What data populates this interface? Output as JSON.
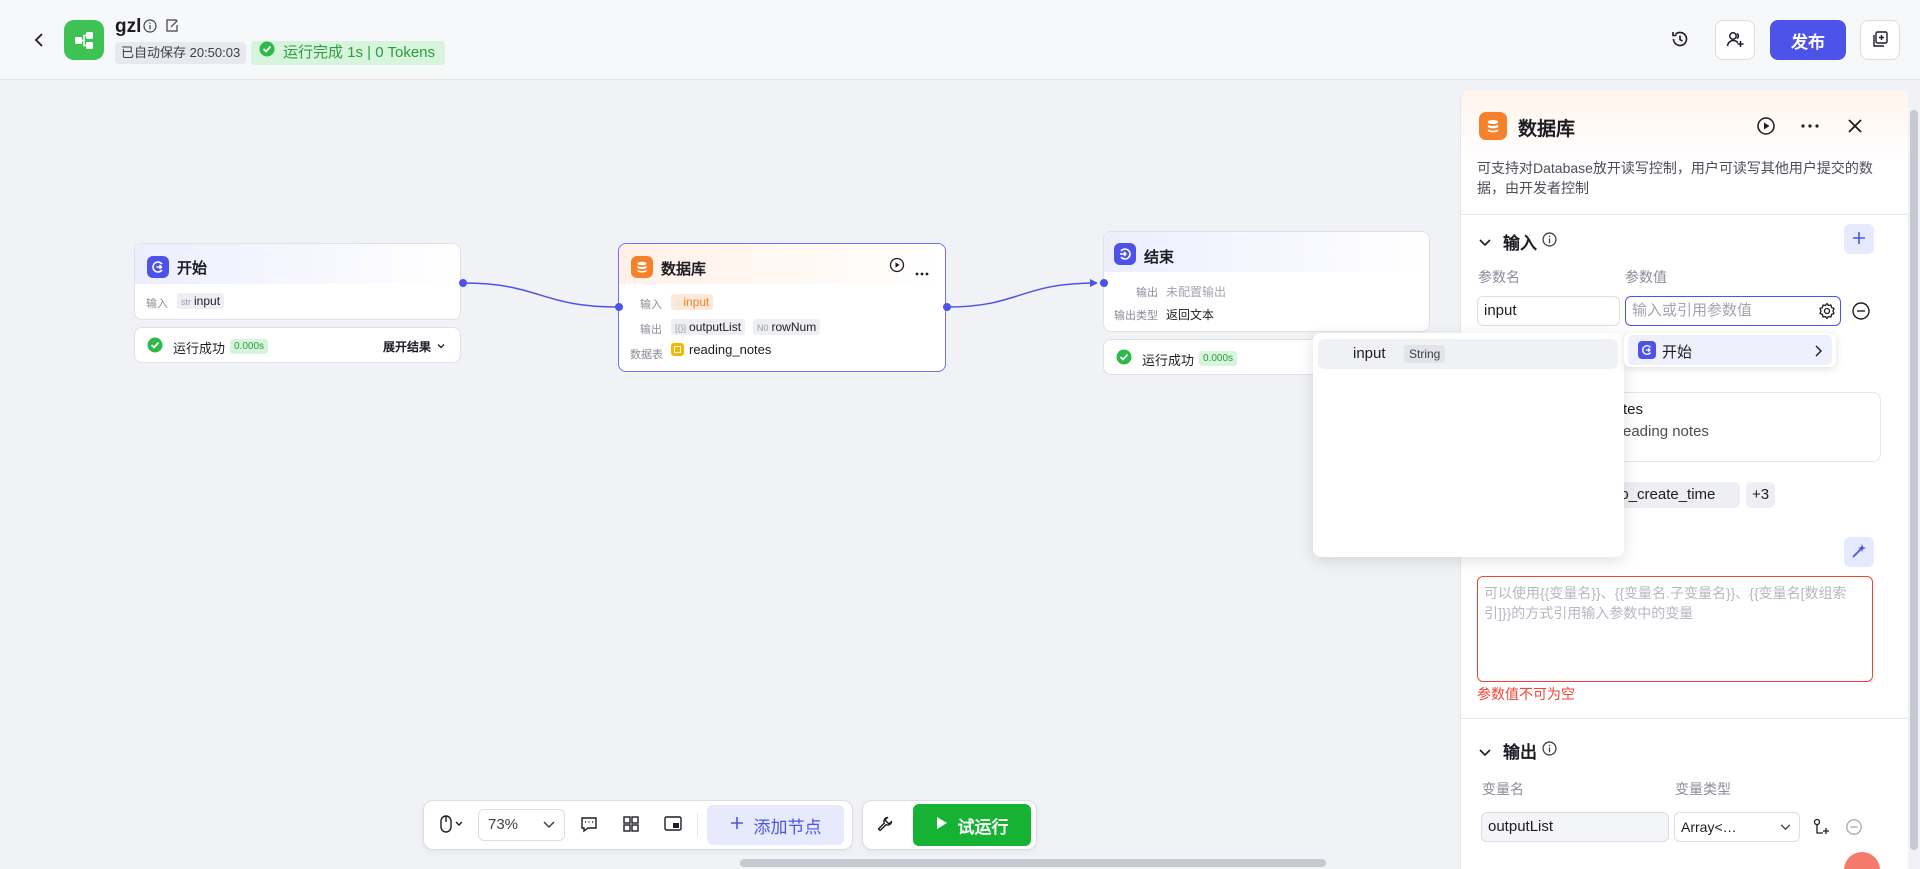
{
  "header": {
    "app_title": "gzl",
    "autosave": "已自动保存 20:50:03",
    "run_status": "运行完成 1s | 0 Tokens",
    "publish_label": "发布"
  },
  "nodes": {
    "start": {
      "title": "开始",
      "input_label": "输入",
      "input_type": "str",
      "input_name": "input",
      "run_text": "运行成功",
      "run_time": "0.000s",
      "expand_label": "展开结果"
    },
    "database": {
      "title": "数据库",
      "input_label": "输入",
      "input_name": "input",
      "output_label": "输出",
      "output_1_type": "[{}]",
      "output_1": "outputList",
      "output_2_type": "N0",
      "output_2": "rowNum",
      "table_label": "数据表",
      "table_name": "reading_notes"
    },
    "end": {
      "title": "结束",
      "output_label": "输出",
      "output_value": "未配置输出",
      "output_type_label": "输出类型",
      "output_type_value": "返回文本",
      "run_text": "运行成功",
      "run_time": "0.000s"
    }
  },
  "toolbar": {
    "zoom": "73%",
    "add_node_label": "添加节点",
    "try_run_label": "试运行"
  },
  "popover": {
    "var_name": "input",
    "var_type": "String",
    "source_node": "开始"
  },
  "panel": {
    "title": "数据库",
    "description": "可支持对Database放开读写控制，用户可读写其他用户提交的数据，由开发者控制",
    "input_section": "输入",
    "param_name_header": "参数名",
    "param_value_header": "参数值",
    "param_name": "input",
    "param_value_placeholder": "输入或引用参数值",
    "table_title_partial": "tes",
    "table_desc_partial": "eading notes",
    "field_chip": "io_create_time",
    "more_chip": "+3",
    "sql_placeholder": "可以使用{{变量名}}、{{变量名.子变量名}}、{{变量名[数组索引]}}的方式引用输入参数中的变量",
    "sql_error": "参数值不可为空",
    "output_section": "输出",
    "var_name_header": "变量名",
    "var_type_header": "变量类型",
    "output_var": "outputList",
    "output_var_type": "Array<…"
  },
  "colors": {
    "accent": "#4d53e8",
    "success": "#16b233",
    "error": "#f04438",
    "db_orange": "#f5822a"
  }
}
